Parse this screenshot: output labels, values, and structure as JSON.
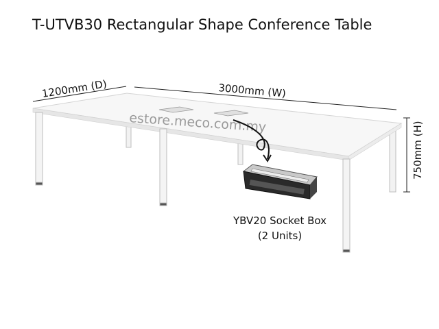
{
  "title": "T-UTVB30 Rectangular Shape Conference Table",
  "dimensions": {
    "depth": "1200mm (D)",
    "width": "3000mm (W)",
    "height": "750mm (H)"
  },
  "watermark": "estore.meco.com.my",
  "accessory": {
    "name": "YBV20 Socket Box",
    "quantity": "(2 Units)"
  }
}
